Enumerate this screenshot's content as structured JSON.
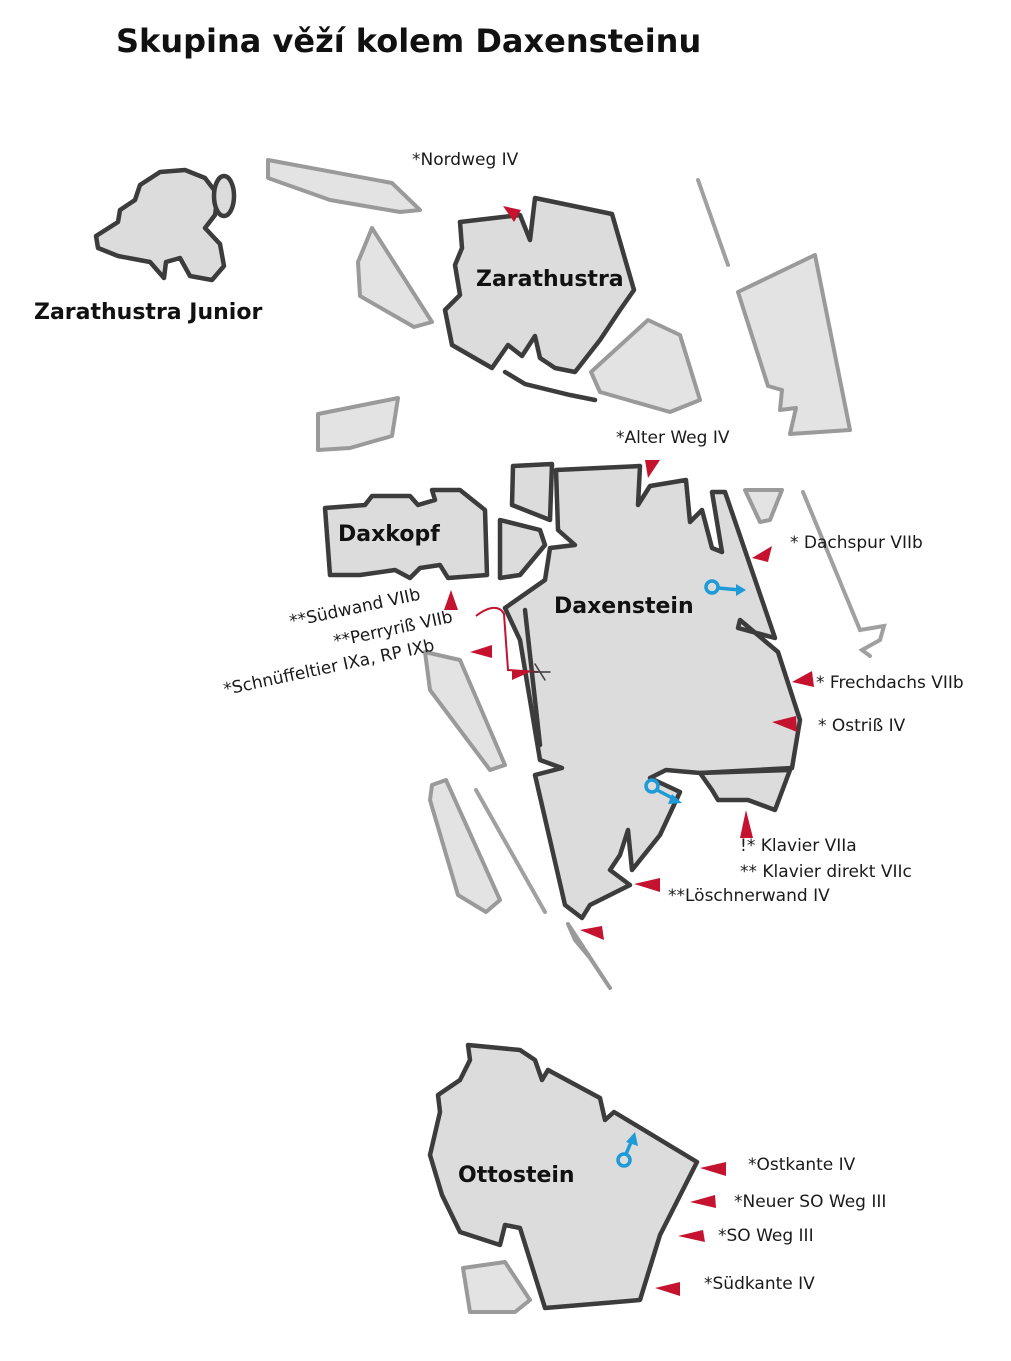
{
  "title": "Skupina věží kolem Daxensteinu",
  "towers": {
    "zarathustra_junior": "Zarathustra Junior",
    "zarathustra": "Zarathustra",
    "daxkopf": "Daxkopf",
    "daxenstein": "Daxenstein",
    "ottostein": "Ottostein"
  },
  "routes": {
    "nordweg": "*Nordweg IV",
    "alter_weg": "*Alter Weg IV",
    "dachspur": "* Dachspur VIIb",
    "frechdachs": "* Frechdachs VIIb",
    "ostriss": "* Ostriß IV",
    "klavier": "!* Klavier VIIa",
    "klavier_direkt": "** Klavier direkt VIIc",
    "loeschnerwand": "**Löschnerwand IV",
    "suedwand": "**Südwand VIIb",
    "perryriss": "**Perryriß VIIb",
    "schnueffeltier": "*Schnüffeltier IXa, RP IXb",
    "ostkante": "*Ostkante IV",
    "neuer_so_weg": "*Neuer SO Weg III",
    "so_weg": "*SO Weg III",
    "suedkante": "*Südkante IV"
  },
  "colors": {
    "rock_fill": "#dcdcdc",
    "rock_outline": "#3c3c3c",
    "minor_rock_outline": "#9a9a9a",
    "route_marker": "#c4122f",
    "rappel_anchor": "#1e9ad6"
  },
  "icons": {
    "route_start": "red-triangle-marker",
    "rappel": "rappel-ring-arrow-icon"
  }
}
